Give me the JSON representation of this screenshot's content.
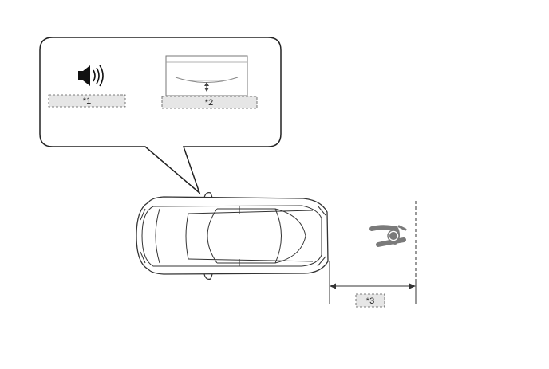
{
  "labels": {
    "speaker": "*1",
    "display": "*2",
    "distance": "*3"
  },
  "icons": {
    "speaker": "speaker-icon",
    "display": "multi-display-icon",
    "pedestrian": "pedestrian-icon",
    "vehicle": "vehicle-top-view"
  },
  "colors": {
    "line": "#222222",
    "label_fill": "#e6e6e6",
    "pedestrian": "#7a7a7a"
  }
}
